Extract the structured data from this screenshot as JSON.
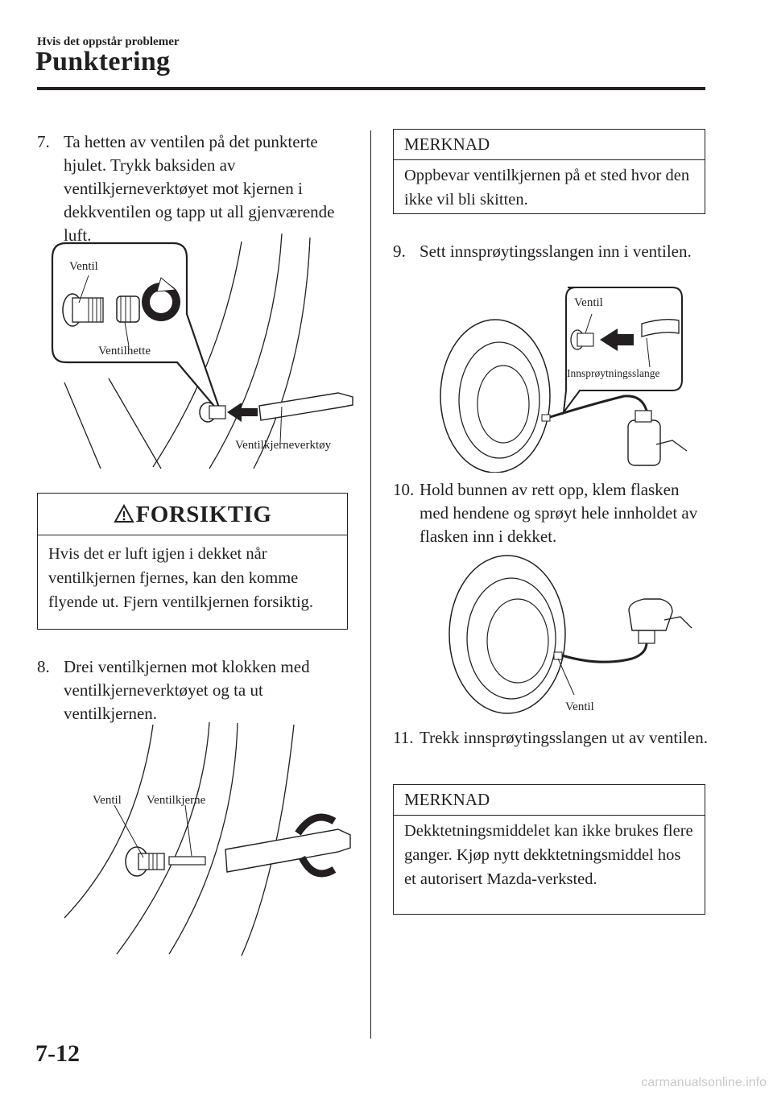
{
  "header": {
    "section": "Hvis det oppstår problemer",
    "title": "Punktering"
  },
  "left": {
    "step7": {
      "num": "7.",
      "text": "Ta hetten av ventilen på det punkterte hjulet. Trykk baksiden av ventilkjerneverktøyet mot kjernen i dekkventilen og tapp ut all gjenværende luft."
    },
    "fig7": {
      "label_ventil": "Ventil",
      "label_ventilhette": "Ventilhette",
      "label_tool": "Ventilkjerneverktøy"
    },
    "caution": {
      "heading": "FORSIKTIG",
      "text": "Hvis det er luft igjen i dekket når ventilkjernen fjernes, kan den komme flyende ut. Fjern ventilkjernen forsiktig."
    },
    "step8": {
      "num": "8.",
      "text": "Drei ventilkjernen mot klokken med ventilkjerneverktøyet og ta ut ventilkjernen."
    },
    "fig8": {
      "label_ventil": "Ventil",
      "label_core": "Ventilkjerne"
    }
  },
  "right": {
    "note1": {
      "heading": "MERKNAD",
      "text": "Oppbevar ventilkjernen på et sted hvor den ikke vil bli skitten."
    },
    "step9": {
      "num": "9.",
      "text": "Sett innsprøytingsslangen inn i ventilen."
    },
    "fig9": {
      "label_ventil": "Ventil",
      "label_hose": "Innsprøytningsslange"
    },
    "step10": {
      "num": "10.",
      "text": "Hold bunnen av rett opp, klem flasken med hendene og sprøyt hele innholdet av flasken inn i dekket."
    },
    "fig10": {
      "label_ventil": "Ventil"
    },
    "step11": {
      "num": "11.",
      "text": "Trekk innsprøytingsslangen ut av ventilen."
    },
    "note2": {
      "heading": "MERKNAD",
      "text": "Dekktetningsmiddelet kan ikke brukes flere ganger. Kjøp nytt dekktetningsmiddel hos et autorisert Mazda-verksted."
    }
  },
  "footer": {
    "page_number": "7-12",
    "watermark": "carmanualsonline.info"
  }
}
